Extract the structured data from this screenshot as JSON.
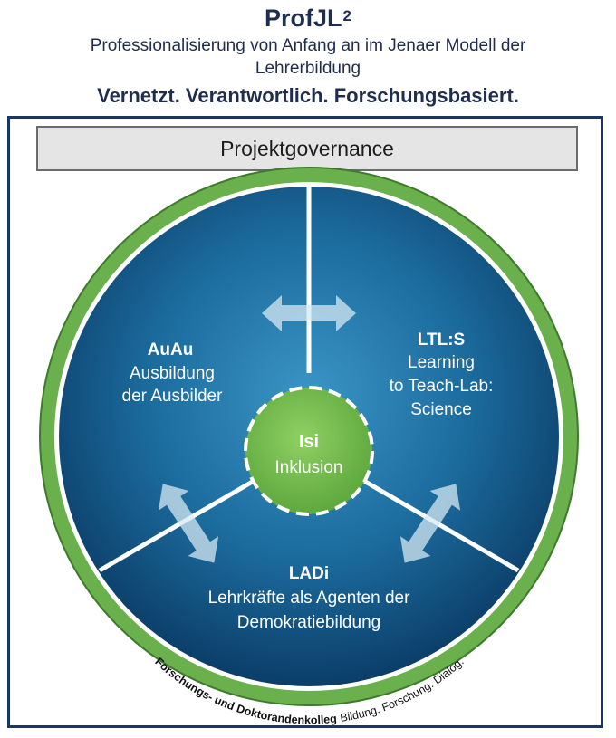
{
  "header": {
    "title": "ProfJL",
    "title_superscript": "2",
    "subtitle": "Professionalisierung von Anfang an im Jenaer Modell der Lehrerbildung",
    "tagline": "Vernetzt. Verantwortlich. Forschungsbasiert."
  },
  "governance": {
    "label": "Projektgovernance"
  },
  "segments": {
    "left": {
      "abbr": "AuAu",
      "line1": "Ausbildung",
      "line2": "der Ausbilder"
    },
    "right": {
      "abbr": "LTL:S",
      "line1": "Learning",
      "line2": "to Teach-Lab:",
      "line3": "Science"
    },
    "bottom": {
      "abbr": "LADi",
      "line1": "Lehrkräfte als Agenten der",
      "line2": "Demokratiebildung"
    }
  },
  "center": {
    "abbr": "Isi",
    "label": "Inklusion"
  },
  "ring": {
    "label_bold": "Forschungs- und Doktorandenkolleg",
    "label_regular": "Bildung. Forschung. Dialog."
  },
  "colors": {
    "navy": "#1f2d4e",
    "ring_green": "#6ab04c",
    "center_green": "#6fb83f",
    "circle_blue_light": "#2f86b8",
    "circle_blue_dark": "#0b3f6a"
  }
}
